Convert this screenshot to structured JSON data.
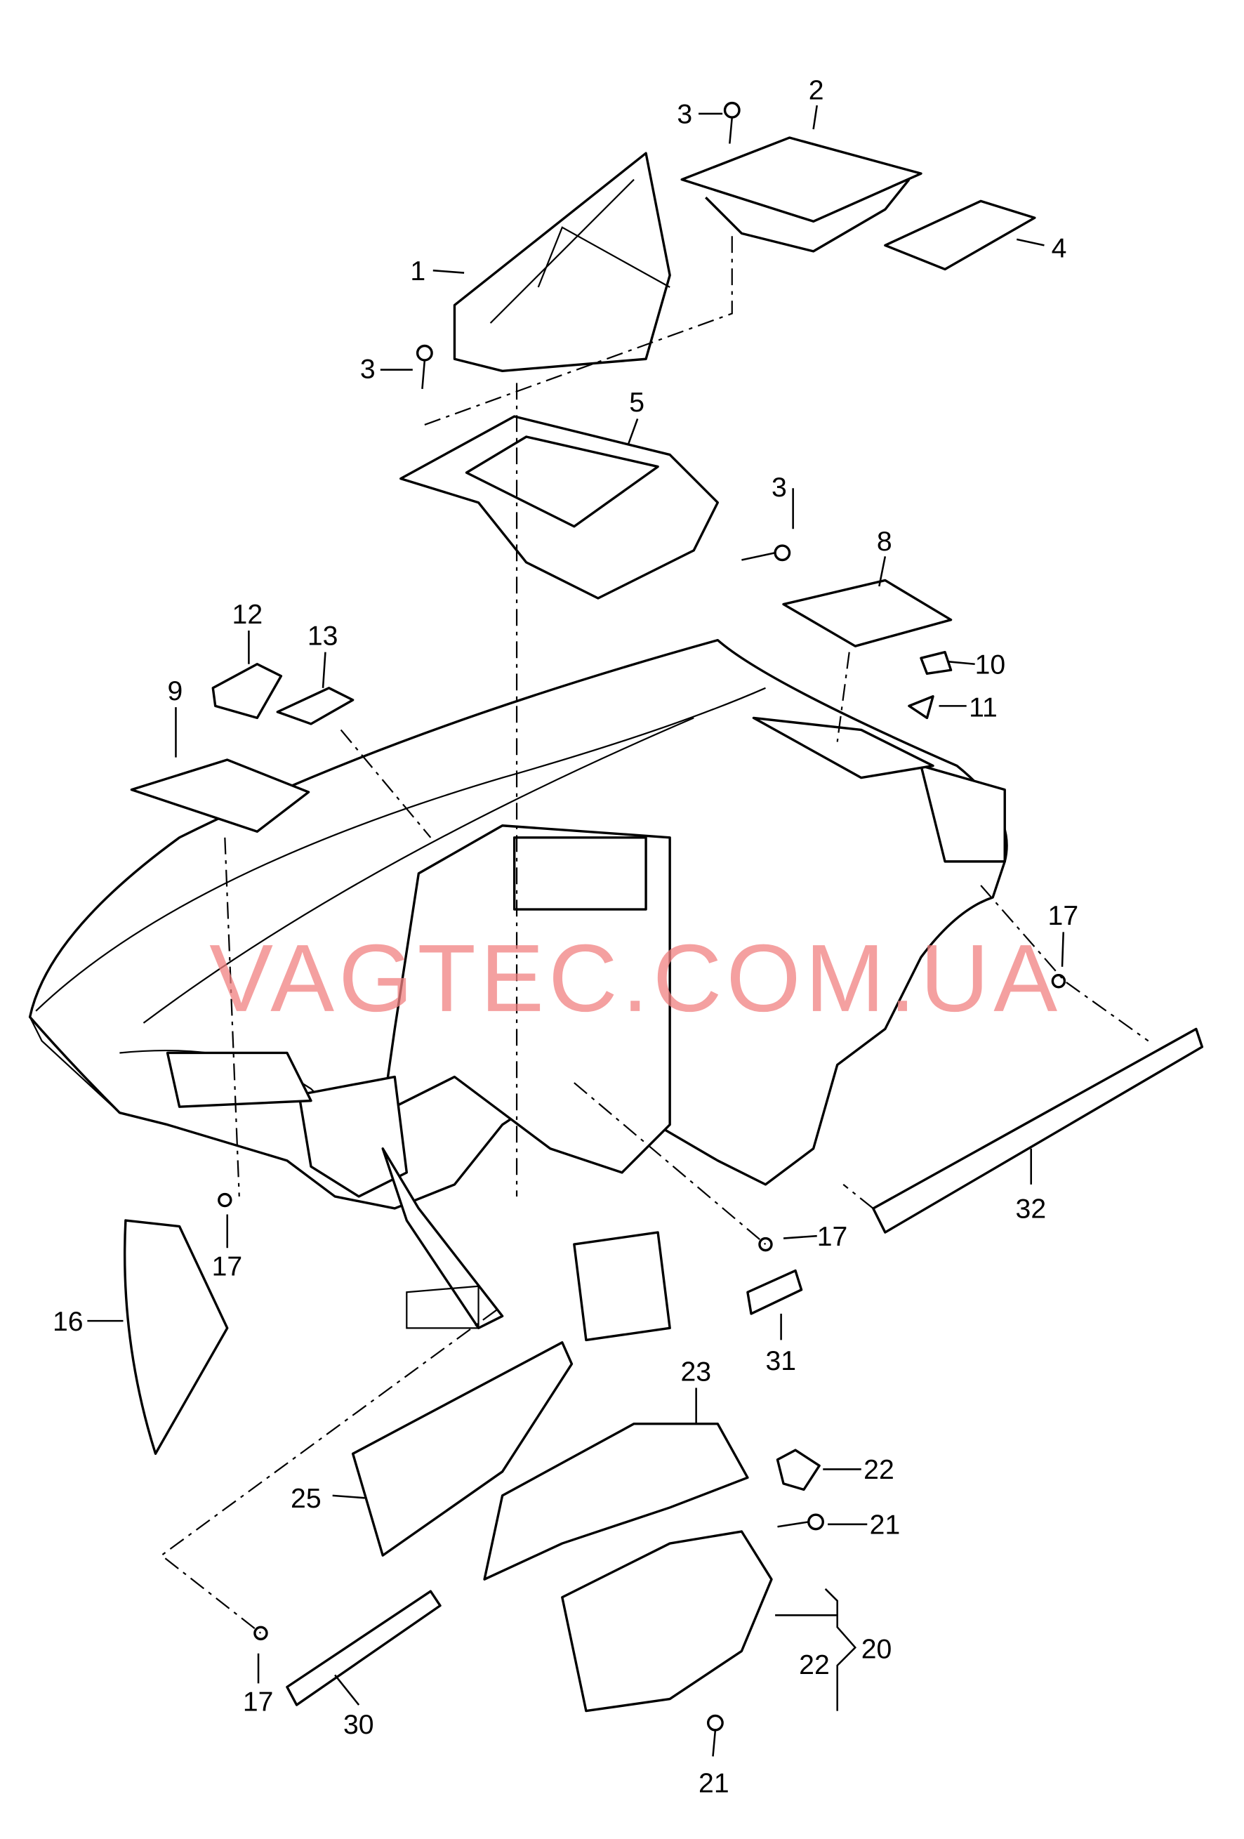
{
  "watermark": "VAGTEC.COM.UA",
  "labels": [
    "1",
    "2",
    "3",
    "3",
    "3",
    "4",
    "5",
    "8",
    "9",
    "10",
    "11",
    "12",
    "13",
    "16",
    "17",
    "17",
    "17",
    "17",
    "20",
    "21",
    "21",
    "22",
    "22",
    "23",
    "25",
    "30",
    "31",
    "32"
  ]
}
